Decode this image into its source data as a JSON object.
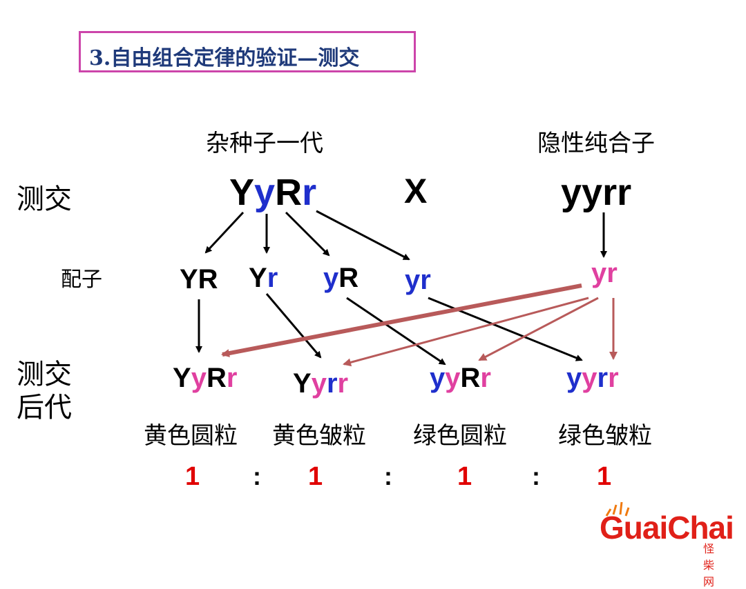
{
  "title": "3.自由组合定律的验证—测交",
  "labels": {
    "hybrid": "杂种子一代",
    "recessive": "隐性纯合子",
    "testcross": "测交",
    "gamete": "配子",
    "offspring_line1": "测交",
    "offspring_line2": "后代",
    "cross_sign": "X"
  },
  "parents": {
    "hybrid": [
      {
        "t": "Y",
        "color": "#000000"
      },
      {
        "t": "y",
        "color": "#1f2fcc"
      },
      {
        "t": "R",
        "color": "#000000"
      },
      {
        "t": "r",
        "color": "#1f2fcc"
      }
    ],
    "recessive": [
      {
        "t": "yyrr",
        "color": "#000000"
      }
    ]
  },
  "gametes_left": [
    [
      {
        "t": "YR",
        "color": "#000000"
      }
    ],
    [
      {
        "t": "Y",
        "color": "#000000"
      },
      {
        "t": "r",
        "color": "#1f2fcc"
      }
    ],
    [
      {
        "t": "y",
        "color": "#1f2fcc"
      },
      {
        "t": "R",
        "color": "#000000"
      }
    ],
    [
      {
        "t": "yr",
        "color": "#1f2fcc"
      }
    ]
  ],
  "gamete_right": [
    {
      "t": "yr",
      "color": "#e040a0"
    }
  ],
  "offspring": [
    [
      {
        "t": "Y",
        "color": "#000000"
      },
      {
        "t": "y",
        "color": "#e040a0"
      },
      {
        "t": "R",
        "color": "#000000"
      },
      {
        "t": "r",
        "color": "#e040a0"
      }
    ],
    [
      {
        "t": "Y",
        "color": "#000000"
      },
      {
        "t": "y",
        "color": "#e040a0"
      },
      {
        "t": "r",
        "color": "#1f2fcc"
      },
      {
        "t": "r",
        "color": "#e040a0"
      }
    ],
    [
      {
        "t": "y",
        "color": "#1f2fcc"
      },
      {
        "t": "y",
        "color": "#e040a0"
      },
      {
        "t": "R",
        "color": "#000000"
      },
      {
        "t": "r",
        "color": "#e040a0"
      }
    ],
    [
      {
        "t": "y",
        "color": "#1f2fcc"
      },
      {
        "t": "y",
        "color": "#e040a0"
      },
      {
        "t": "r",
        "color": "#1f2fcc"
      },
      {
        "t": "r",
        "color": "#e040a0"
      }
    ]
  ],
  "phenotypes": [
    "黄色圆粒",
    "黄色皱粒",
    "绿色圆粒",
    "绿色皱粒"
  ],
  "ratio": [
    "1",
    "1",
    "1",
    "1"
  ],
  "ratio_sep": ":",
  "logo": {
    "main": "GuaiChai",
    "sub": "怪柴网"
  },
  "colors": {
    "title_border": "#cc44aa",
    "title_text": "#1f3a7a",
    "arrow_dark": "#000000",
    "arrow_brown": "#b85a5a",
    "ratio": "#e00000"
  }
}
